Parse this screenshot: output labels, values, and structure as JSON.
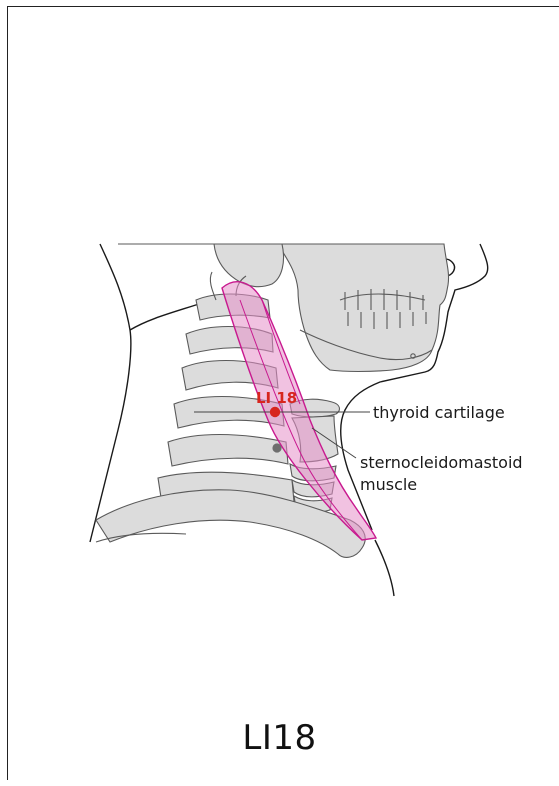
{
  "point_label": "LI 18",
  "labels": {
    "thyroid": "thyroid cartilage",
    "scm_line1": "sternocleidomastoid",
    "scm_line2": "muscle"
  },
  "caption": "LI18",
  "colors": {
    "bone_fill": "#dcdcdc",
    "bone_stroke": "#5a5a5a",
    "muscle_fill": "#e58fc9",
    "muscle_stroke": "#c8198f",
    "point": "#d7261e",
    "secondary_point": "#6e6e6e"
  }
}
